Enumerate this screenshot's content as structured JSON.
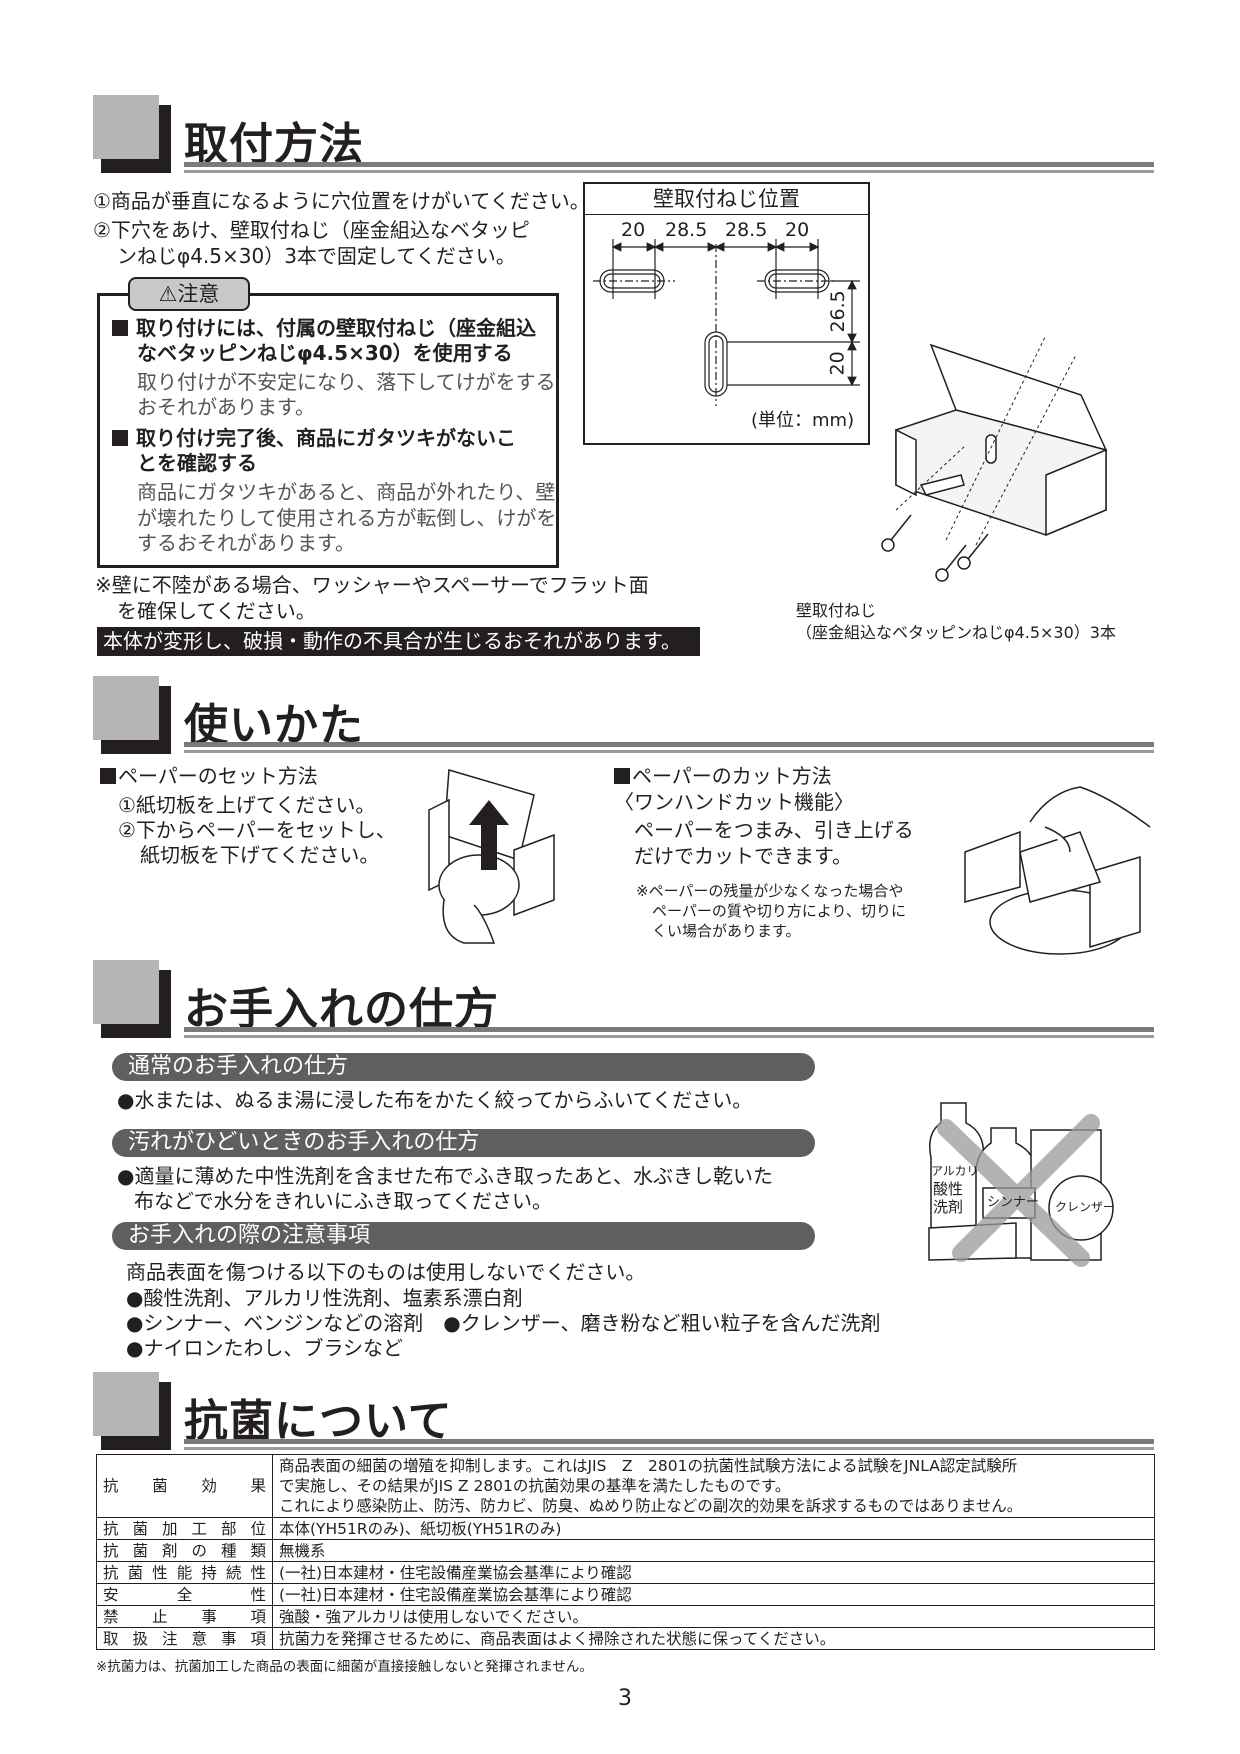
{
  "sections": {
    "install": {
      "title": "取付方法",
      "steps": [
        "①商品が垂直になるように穴位置をけがいてください。",
        "②下穴をあけ、壁取付ねじ（座金組込なベタッピ",
        "ンねじφ4.5×30）3本で固定してください。"
      ],
      "caution": {
        "label": "注意",
        "icon": "warning-triangle-icon",
        "items": [
          {
            "heading": [
              "取り付けには、付属の壁取付ねじ（座金組込",
              "なベタッピンねじφ4.5×30）を使用する"
            ],
            "body": [
              "取り付けが不安定になり、落下してけがをする",
              "おそれがあります。"
            ]
          },
          {
            "heading": [
              "取り付け完了後、商品にガタツキがないこ",
              "とを確認する"
            ],
            "body": [
              "商品にガタツキがあると、商品が外れたり、壁",
              "が壊れたりして使用される方が転倒し、けがを",
              "するおそれがあります。"
            ]
          }
        ]
      },
      "note": [
        "※壁に不陸がある場合、ワッシャーやスペーサーでフラット面",
        "を確保してください。"
      ],
      "warning_bar": "本体が変形し、破損・動作の不具合が生じるおそれがあります。",
      "diagram": {
        "title": "壁取付ねじ位置",
        "horizontal_dims": [
          "20",
          "28.5",
          "28.5",
          "20"
        ],
        "vertical_dims": [
          "26.5",
          "20"
        ],
        "unit": "(単位：mm)"
      },
      "screw_label": [
        "壁取付ねじ",
        "（座金組込なベタッピンねじφ4.5×30）3本"
      ]
    },
    "usage": {
      "title": "使いかた",
      "set": {
        "heading": "ペーパーのセット方法",
        "steps": [
          "①紙切板を上げてください。",
          "②下からペーパーをセットし、",
          "紙切板を下げてください。"
        ]
      },
      "cut": {
        "heading": "ペーパーのカット方法",
        "subheading": "〈ワンハンドカット機能〉",
        "body": [
          "ペーパーをつまみ、引き上げる",
          "だけでカットできます。"
        ],
        "note": [
          "※ペーパーの残量が少なくなった場合や",
          "ペーパーの質や切り方により、切りに",
          "くい場合があります。"
        ]
      }
    },
    "care": {
      "title": "お手入れの仕方",
      "normal": {
        "heading": "通常のお手入れの仕方",
        "body": "●水または、ぬるま湯に浸した布をかたく絞ってからふいてください。"
      },
      "heavy": {
        "heading": "汚れがひどいときのお手入れの仕方",
        "body": [
          "●適量に薄めた中性洗剤を含ませた布でふき取ったあと、水ぶきし乾いた",
          "布などで水分をきれいにふき取ってください。"
        ]
      },
      "precautions": {
        "heading": "お手入れの際の注意事項",
        "intro": "商品表面を傷つける以下のものは使用しないでください。",
        "items": [
          "●酸性洗剤、アルカリ性洗剤、塩素系漂白剤",
          "●シンナー、ベンジンなどの溶剤　●クレンザー、磨き粉など粗い粒子を含んだ洗剤",
          "●ナイロンたわし、ブラシなど"
        ]
      },
      "illustration_labels": [
        "アルカリ",
        "酸性",
        "洗剤",
        "シンナー",
        "クレンザー"
      ]
    },
    "antibacterial": {
      "title": "抗菌について",
      "rows": [
        {
          "label": "抗菌効果",
          "value": [
            "商品表面の細菌の増殖を抑制します。これはJIS　Z　2801の抗菌性試験方法による試験をJNLA認定試験所",
            "で実施し、その結果がJIS Z 2801の抗菌効果の基準を満たしたものです。",
            "これにより感染防止、防汚、防カビ、防臭、ぬめり防止などの副次的効果を訴求するものではありません。"
          ]
        },
        {
          "label": "抗菌加工部位",
          "value": [
            "本体(YH51Rのみ)、紙切板(YH51Rのみ)"
          ]
        },
        {
          "label": "抗菌剤の種類",
          "value": [
            "無機系"
          ]
        },
        {
          "label": "抗菌性能持続性",
          "value": [
            "(一社)日本建材・住宅設備産業協会基準により確認"
          ]
        },
        {
          "label": "安全性",
          "value": [
            "(一社)日本建材・住宅設備産業協会基準により確認"
          ]
        },
        {
          "label": "禁止事項",
          "value": [
            "強酸・強アルカリは使用しないでください。"
          ]
        },
        {
          "label": "取扱注意事項",
          "value": [
            "抗菌力を発揮させるために、商品表面はよく掃除された状態に保ってください。"
          ]
        }
      ],
      "footnote": "※抗菌力は、抗菌加工した商品の表面に細菌が直接接触しないと発揮されません。"
    }
  },
  "page_number": "3",
  "colors": {
    "text": "#231f20",
    "heading_block": "#b5b5b5",
    "pill": "#5f5f5f",
    "rule": "#7a7a7a"
  }
}
